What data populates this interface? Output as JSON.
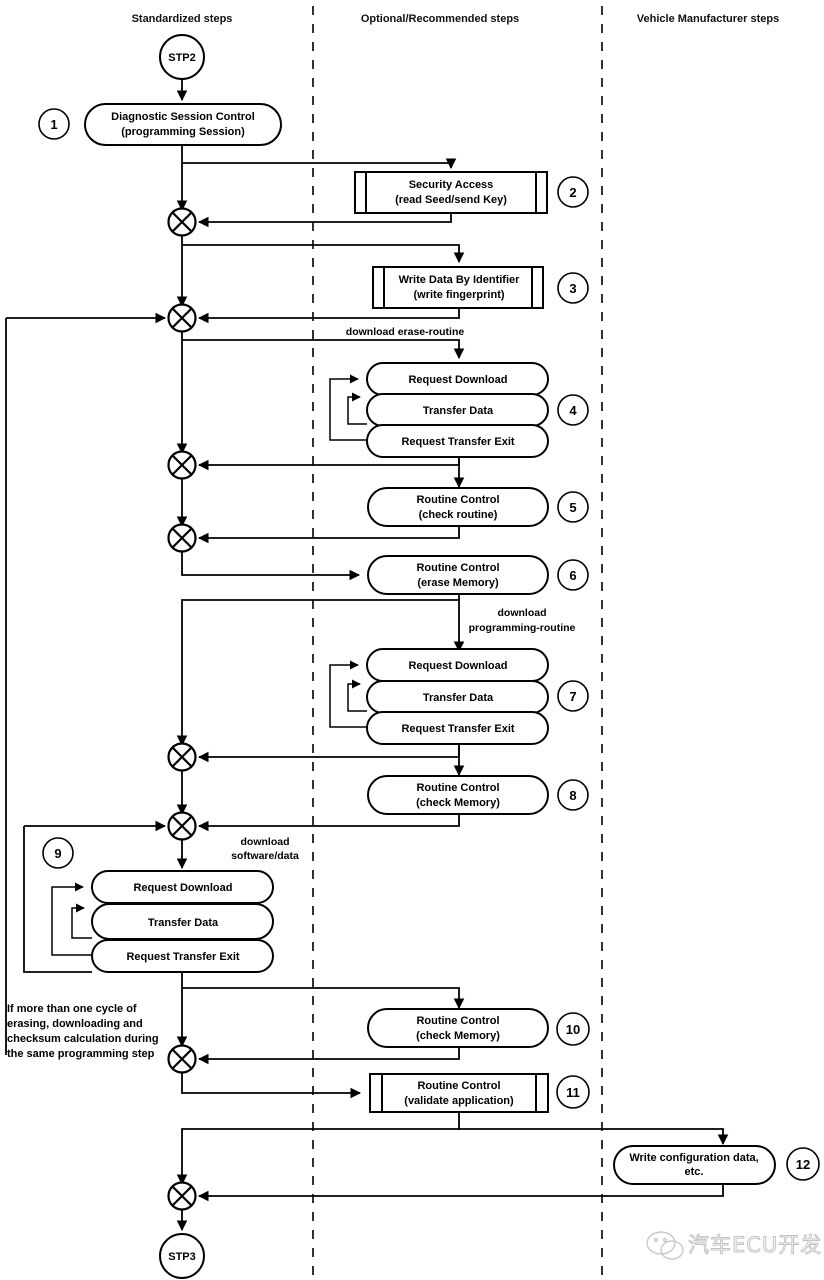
{
  "diagram": {
    "title": "ECU programming sequence flowchart",
    "lanes": [
      {
        "id": "standardized",
        "label": "Standardized steps"
      },
      {
        "id": "optional",
        "label": "Optional/Recommended steps"
      },
      {
        "id": "manufacturer",
        "label": "Vehicle Manufacturer steps"
      }
    ],
    "terminals": {
      "start": "STP2",
      "end": "STP3"
    },
    "nodes": [
      {
        "id": "n1",
        "step": "1",
        "line1": "Diagnostic Session Control",
        "line2": "(programming Session)",
        "shape": "stadium",
        "lane": "standardized"
      },
      {
        "id": "n2",
        "step": "2",
        "line1": "Security Access",
        "line2": "(read Seed/send Key)",
        "shape": "subroutine",
        "lane": "optional"
      },
      {
        "id": "n3",
        "step": "3",
        "line1": "Write Data By Identifier",
        "line2": "(write fingerprint)",
        "shape": "subroutine",
        "lane": "optional"
      },
      {
        "id": "n4a",
        "step": "4",
        "line1": "Request Download",
        "line2": "",
        "shape": "stadium",
        "lane": "optional"
      },
      {
        "id": "n4b",
        "step": "4",
        "line1": "Transfer Data",
        "line2": "",
        "shape": "stadium",
        "lane": "optional"
      },
      {
        "id": "n4c",
        "step": "4",
        "line1": "Request Transfer Exit",
        "line2": "",
        "shape": "stadium",
        "lane": "optional"
      },
      {
        "id": "n5",
        "step": "5",
        "line1": "Routine Control",
        "line2": "(check routine)",
        "shape": "stadium",
        "lane": "optional"
      },
      {
        "id": "n6",
        "step": "6",
        "line1": "Routine Control",
        "line2": "(erase Memory)",
        "shape": "stadium",
        "lane": "optional"
      },
      {
        "id": "n7a",
        "step": "7",
        "line1": "Request Download",
        "line2": "",
        "shape": "stadium",
        "lane": "optional"
      },
      {
        "id": "n7b",
        "step": "7",
        "line1": "Transfer Data",
        "line2": "",
        "shape": "stadium",
        "lane": "optional"
      },
      {
        "id": "n7c",
        "step": "7",
        "line1": "Request Transfer Exit",
        "line2": "",
        "shape": "stadium",
        "lane": "optional"
      },
      {
        "id": "n8",
        "step": "8",
        "line1": "Routine Control",
        "line2": "(check Memory)",
        "shape": "stadium",
        "lane": "optional"
      },
      {
        "id": "n9a",
        "step": "9",
        "line1": "Request Download",
        "line2": "",
        "shape": "stadium",
        "lane": "standardized"
      },
      {
        "id": "n9b",
        "step": "9",
        "line1": "Transfer Data",
        "line2": "",
        "shape": "stadium",
        "lane": "standardized"
      },
      {
        "id": "n9c",
        "step": "9",
        "line1": "Request Transfer Exit",
        "line2": "",
        "shape": "stadium",
        "lane": "standardized"
      },
      {
        "id": "n10",
        "step": "10",
        "line1": "Routine Control",
        "line2": "(check Memory)",
        "shape": "stadium",
        "lane": "optional"
      },
      {
        "id": "n11",
        "step": "11",
        "line1": "Routine Control",
        "line2": "(validate application)",
        "shape": "subroutine",
        "lane": "optional"
      },
      {
        "id": "n12",
        "step": "12",
        "line1": "Write configuration data,",
        "line2": "etc.",
        "shape": "stadium",
        "lane": "manufacturer"
      }
    ],
    "edge_labels": {
      "erase_routine": "download erase-routine",
      "programming_routine_l1": "download",
      "programming_routine_l2": "programming-routine",
      "software_data_l1": "download",
      "software_data_l2": "software/data"
    },
    "note": {
      "line1": "If more than one cycle of",
      "line2": "erasing, downloading and",
      "line3": "checksum calculation during",
      "line4": "the same programming step"
    },
    "watermark": {
      "text": "汽车ECU开发",
      "icon": "wechat-icon"
    },
    "colors": {
      "stroke": "#000000",
      "background": "#ffffff",
      "watermark": "#b8b8b8"
    }
  }
}
